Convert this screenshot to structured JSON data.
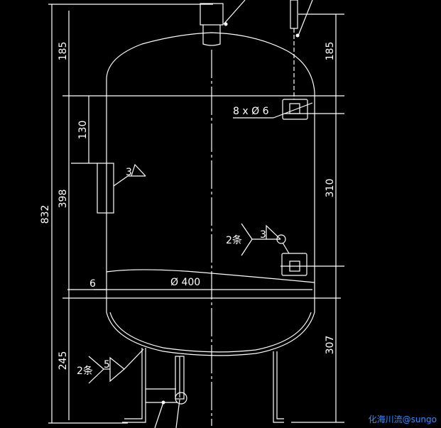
{
  "drawing": {
    "dimensions": {
      "overall_height": "832",
      "left_top_head": "185",
      "left_mid": "398",
      "left_lug": "130",
      "left_bottom": "245",
      "right_top_head": "185",
      "right_mid": "310",
      "right_bottom": "307",
      "wall_thickness": "6",
      "diameter": "Ø 400"
    },
    "annotations": {
      "holes": "8 x Ø 6",
      "weld_lug": "3",
      "weld_bracket_count": "2条",
      "weld_bracket_size": "3",
      "weld_support_count": "2条",
      "weld_support_size": "5"
    },
    "watermark": "化海川流@sungo",
    "colors": {
      "background": "#000000",
      "lines": "#ffffff",
      "watermark": "#3a8cff"
    }
  }
}
